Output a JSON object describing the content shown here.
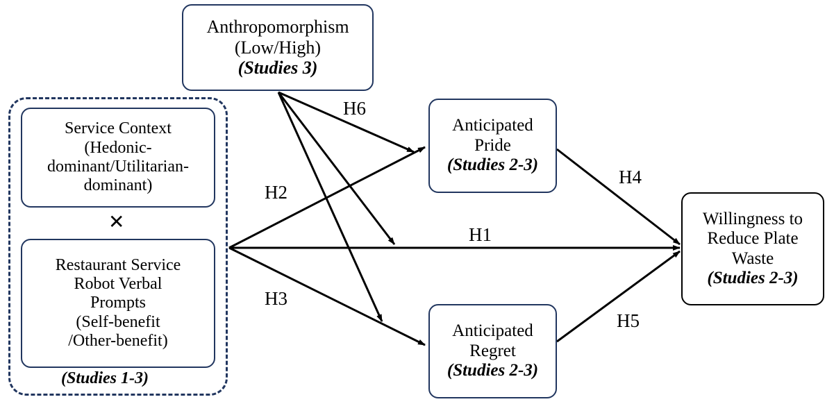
{
  "diagram": {
    "title": "Conceptual research model",
    "colors": {
      "node_border": "#21365f",
      "outcome_border": "#000000",
      "line": "#000000",
      "background": "#ffffff"
    },
    "group": {
      "name": "independent-variables-group",
      "studies": "(Studies 1-3)",
      "operator": "✕"
    },
    "nodes": [
      {
        "id": "anthropomorphism",
        "lines": [
          "Anthropomorphism",
          "(Low/High)"
        ],
        "studies": "(Studies 3)"
      },
      {
        "id": "service-context",
        "lines": [
          "Service Context",
          "(Hedonic-",
          "dominant/Utilitarian-",
          "dominant)"
        ],
        "studies": ""
      },
      {
        "id": "robot-verbal-prompts",
        "lines": [
          "Restaurant Service",
          "Robot Verbal",
          "Prompts",
          "(Self-benefit",
          "/Other-benefit)"
        ],
        "studies": ""
      },
      {
        "id": "anticipated-pride",
        "lines": [
          "Anticipated",
          "Pride"
        ],
        "studies": "(Studies 2-3)"
      },
      {
        "id": "anticipated-regret",
        "lines": [
          "Anticipated",
          "Regret"
        ],
        "studies": "(Studies 2-3)"
      },
      {
        "id": "willingness-to-reduce-plate-waste",
        "lines": [
          "Willingness to",
          "Reduce Plate",
          "Waste"
        ],
        "studies": "(Studies 2-3)"
      }
    ],
    "hypotheses": [
      {
        "id": "H1",
        "label": "H1",
        "from": "independent-variables-group",
        "to": "willingness-to-reduce-plate-waste"
      },
      {
        "id": "H2",
        "label": "H2",
        "from": "independent-variables-group",
        "to": "anticipated-pride"
      },
      {
        "id": "H3",
        "label": "H3",
        "from": "independent-variables-group",
        "to": "anticipated-regret"
      },
      {
        "id": "H4",
        "label": "H4",
        "from": "anticipated-pride",
        "to": "willingness-to-reduce-plate-waste"
      },
      {
        "id": "H5",
        "label": "H5",
        "from": "anticipated-regret",
        "to": "willingness-to-reduce-plate-waste"
      },
      {
        "id": "H6",
        "label": "H6",
        "from": "anthropomorphism",
        "to": "paths-from-independent-variables"
      }
    ]
  }
}
